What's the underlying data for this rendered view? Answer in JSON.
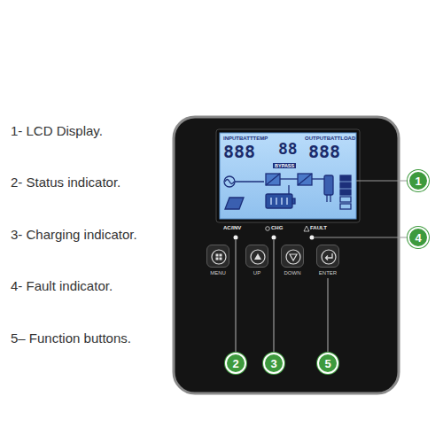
{
  "diagram": {
    "nodes": [
      {
        "text": [
          "INPUTBATTTEMP",
          "888",
          "88",
          "OUTPUTBATTLOAD",
          "888",
          "BYPASS"
        ]
      },
      {
        "text": [
          "MENU"
        ]
      },
      {
        "text": [
          "UP"
        ]
      },
      {
        "text": [
          "DOWN"
        ]
      },
      {
        "text": [
          "ENTER"
        ]
      },
      {
        "text": [
          "1"
        ]
      },
      {
        "text": [
          "2"
        ]
      },
      {
        "text": [
          "3"
        ]
      },
      {
        "text": [
          "4"
        ]
      },
      {
        "text": [
          "5"
        ]
      }
    ],
    "edges": [
      {
        "from": 5,
        "to": 0,
        "arrow": "none"
      },
      {
        "from": 9,
        "to": 4,
        "arrow": "none"
      }
    ],
    "labels": [
      "1- LCD Display.",
      "2- Status indicator.",
      "3- Charging indicator.",
      "4- Fault indicator.",
      "5– Function buttons.",
      "AC/INV",
      "CHG",
      "FAULT"
    ]
  }
}
